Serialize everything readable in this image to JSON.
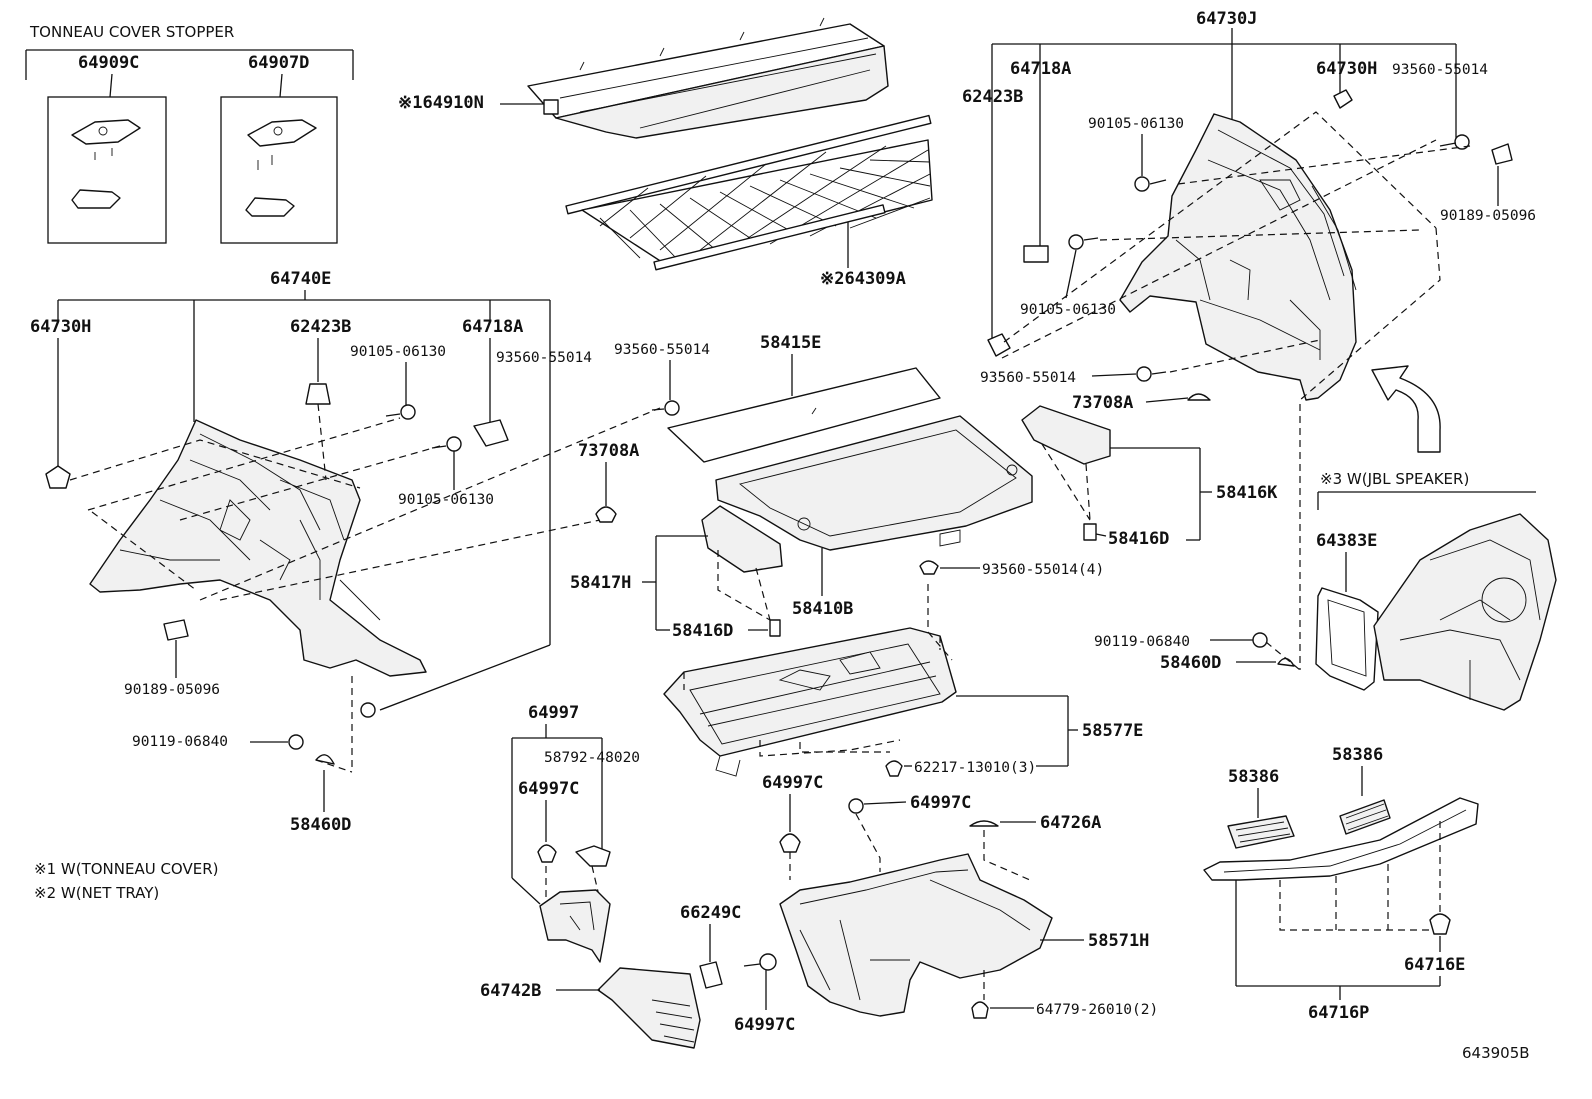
{
  "header": {
    "stopper_title": "TONNEAU COVER STOPPER"
  },
  "notes": [
    "※1 W(TONNEAU COVER)",
    "※2 W(NET TRAY)",
    "※3  W(JBL SPEAKER)"
  ],
  "drawing_number": "643905B",
  "callouts": {
    "p64909C": "64909C",
    "p64907D": "64907D",
    "p64910N": "※164910N",
    "p64309A": "※264309A",
    "p64730J": "64730J",
    "p64718A_r": "64718A",
    "p64730H_r": "64730H",
    "p93560_r1": "93560-55014",
    "p62423B_r": "62423B",
    "p90105_r1": "90105-06130",
    "p90189_r": "90189-05096",
    "p90105_r2": "90105-06130",
    "p93560_r2": "93560-55014",
    "p73708A_r": "73708A",
    "p64740E": "64740E",
    "p64730H_l": "64730H",
    "p62423B_l": "62423B",
    "p64718A_l": "64718A",
    "p90105_l1": "90105-06130",
    "p93560_l1": "93560-55014",
    "p93560_m": "93560-55014",
    "p58415E": "58415E",
    "p90105_l2": "90105-06130",
    "p73708A_m": "73708A",
    "p58416K": "58416K",
    "p58416D_r": "58416D",
    "p58417H": "58417H",
    "p58410B": "58410B",
    "p58416D_l": "58416D",
    "p93560_4": "93560-55014(4)",
    "p64383E": "64383E",
    "p90189_l": "90189-05096",
    "p90119_r": "90119-06840",
    "p58460D_r": "58460D",
    "p64997": "64997",
    "p58792": "58792-48020",
    "p90119_l": "90119-06840",
    "p58577E": "58577E",
    "p64997C_1": "64997C",
    "p58460D_l": "58460D",
    "p62217": "62217-13010(3)",
    "p64997C_2": "64997C",
    "p64997C_3": "64997C",
    "p58386_l": "58386",
    "p58386_r": "58386",
    "p64726A": "64726A",
    "p58571H": "58571H",
    "p66249C": "66249C",
    "p64742B": "64742B",
    "p64997C_4": "64997C",
    "p64716E": "64716E",
    "p64779": "64779-26010(2)",
    "p64716P": "64716P"
  }
}
